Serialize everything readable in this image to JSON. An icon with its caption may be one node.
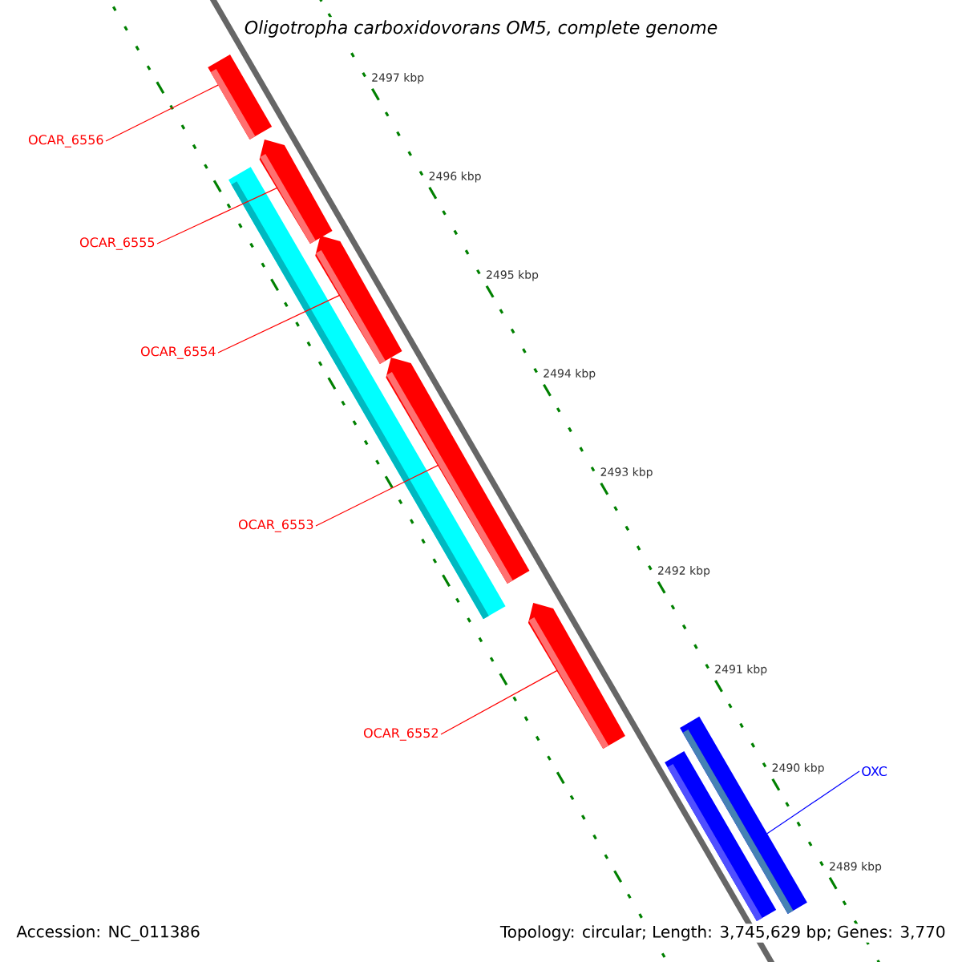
{
  "diagram": {
    "title": "Oligotropha carboxidovorans OM5, complete genome",
    "nodes": [
      {
        "text": [
          "OCAR_6556"
        ]
      },
      {
        "text": [
          "OCAR_6555"
        ]
      },
      {
        "text": [
          "OCAR_6554"
        ]
      },
      {
        "text": [
          "OCAR_6553"
        ]
      },
      {
        "text": [
          "OCAR_6552"
        ]
      },
      {
        "text": [
          "OXC"
        ]
      },
      {
        "text": [],
        "shape": "box"
      },
      {
        "text": [],
        "shape": "pentagon"
      },
      {
        "text": [],
        "shape": "pentagon"
      },
      {
        "text": [],
        "shape": "pentagon"
      },
      {
        "text": [],
        "shape": "pentagon"
      },
      {
        "text": [],
        "shape": "box"
      },
      {
        "text": [],
        "shape": "box"
      },
      {
        "text": [],
        "shape": "box"
      }
    ],
    "edges": [
      {
        "from": 0,
        "to": 6,
        "arrow": "none"
      },
      {
        "from": 1,
        "to": 7,
        "arrow": "none"
      },
      {
        "from": 2,
        "to": 8,
        "arrow": "none"
      },
      {
        "from": 3,
        "to": 9,
        "arrow": "none"
      },
      {
        "from": 4,
        "to": 10,
        "arrow": "none"
      },
      {
        "from": 5,
        "to": 13,
        "arrow": "none",
        "color": "#0000ff"
      }
    ],
    "labels": [
      "2497 kbp",
      "2496 kbp",
      "2495 kbp",
      "2494 kbp",
      "2493 kbp",
      "2492 kbp",
      "2491 kbp",
      "2490 kbp",
      "2489 kbp",
      "Accession: NC_011386",
      "Topology: circular; Length: 3,745,629 bp; Genes: 3,770"
    ]
  }
}
